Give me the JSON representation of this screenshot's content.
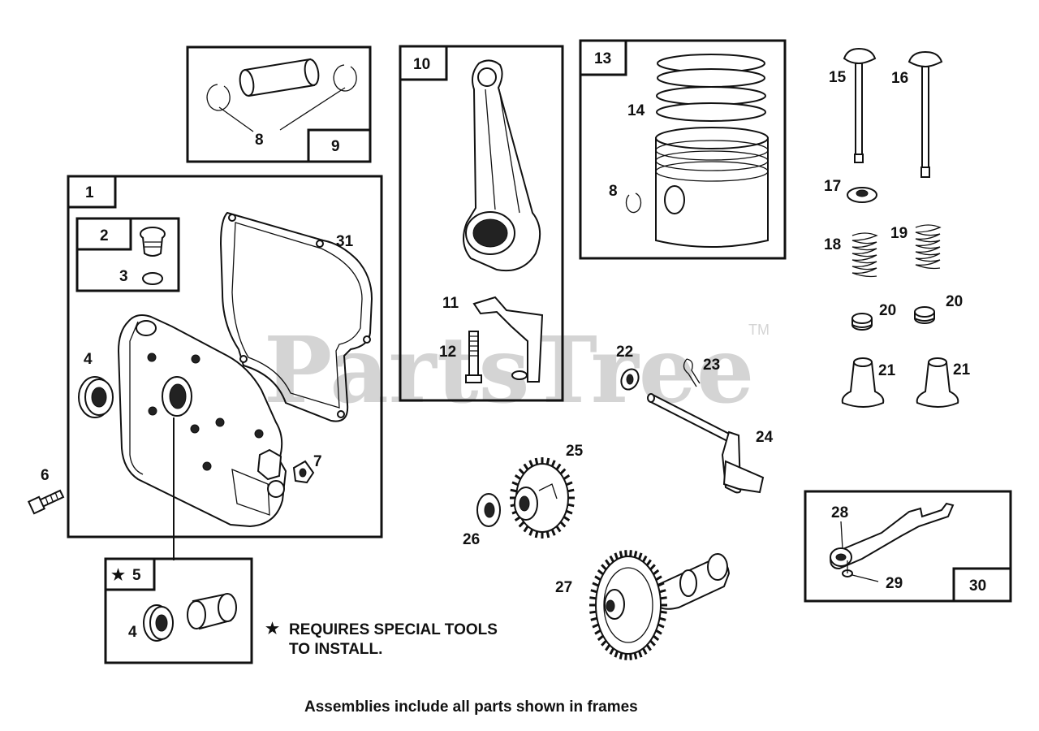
{
  "watermark": {
    "text": "PartsTree",
    "tm": "TM"
  },
  "frames": {
    "f1": "1",
    "f2": "2",
    "f5": "5",
    "f9": "9",
    "f10": "10",
    "f13": "13",
    "f30": "30"
  },
  "labels": {
    "l3": "3",
    "l4a": "4",
    "l4b": "4",
    "l6": "6",
    "l7": "7",
    "l8a": "8",
    "l8b": "8",
    "l11": "11",
    "l12": "12",
    "l14": "14",
    "l15": "15",
    "l16": "16",
    "l17": "17",
    "l18": "18",
    "l19": "19",
    "l20a": "20",
    "l20b": "20",
    "l21a": "21",
    "l21b": "21",
    "l22": "22",
    "l23": "23",
    "l24": "24",
    "l25": "25",
    "l26": "26",
    "l27": "27",
    "l28": "28",
    "l29": "29",
    "l31": "31"
  },
  "note": {
    "star": "★",
    "line1": "REQUIRES SPECIAL TOOLS",
    "line2": "TO INSTALL."
  },
  "footer": "Assemblies include all parts shown in frames"
}
